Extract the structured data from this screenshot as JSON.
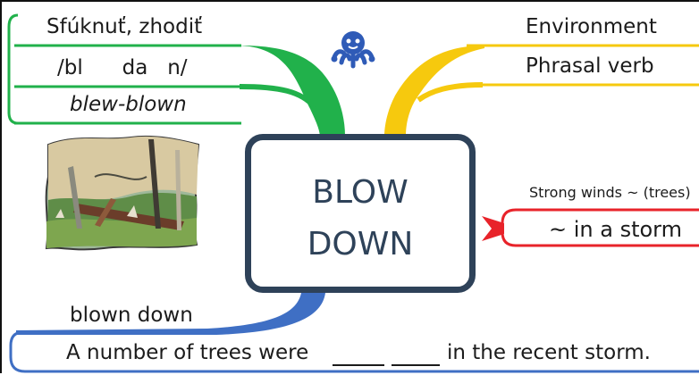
{
  "center": {
    "line1": "BLOW",
    "line2": "DOWN"
  },
  "left_branch": {
    "translation": "Sfúknuť, zhodiť",
    "pronunciation": "/bl      da   n/",
    "forms": "blew-blown"
  },
  "right_branch": {
    "topic": "Environment",
    "type": "Phrasal verb"
  },
  "red_branch": {
    "hint": "Strong winds ~ (trees)",
    "collocation": "~ in a storm"
  },
  "bottom_branch": {
    "answer": "blown down",
    "sentence_start": "A number of trees were",
    "sentence_end": "in the recent storm."
  },
  "colors": {
    "green": "#21b14b",
    "yellow": "#f6c90e",
    "red": "#e8232a",
    "blue": "#3f6fc4",
    "box": "#2e4259"
  },
  "icons": [
    "octopus-icon",
    "fallen-trees-illustration"
  ]
}
